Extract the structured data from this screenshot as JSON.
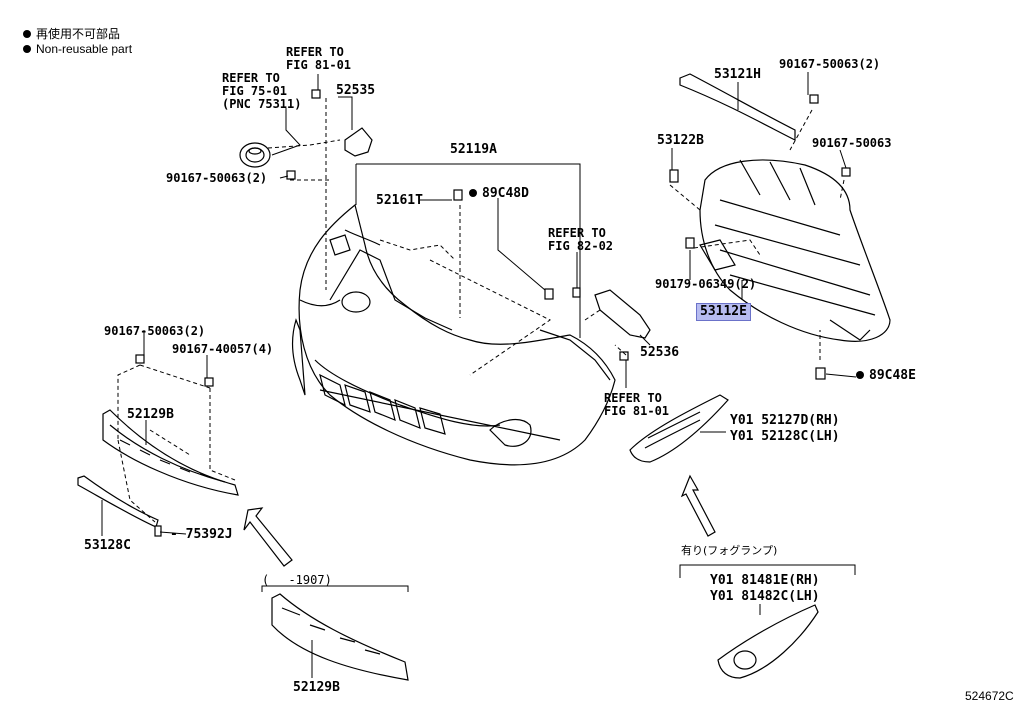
{
  "legend": {
    "line1": "再使用不可部品",
    "line2": "Non-reusable part"
  },
  "figure_number": "524672C",
  "labels": {
    "refer_81_01_top": [
      "REFER TO",
      "FIG 81-01"
    ],
    "refer_75_01": [
      "REFER TO",
      "FIG 75-01",
      "(PNC 75311)"
    ],
    "p52535": "52535",
    "p90167_50063_left": "90167-50063(2)",
    "p52119A": "52119A",
    "p52161T": "52161T",
    "p89C48D": "89C48D",
    "refer_82_02": [
      "REFER TO",
      "FIG 82-02"
    ],
    "p52536": "52536",
    "refer_81_01_bottom": [
      "REFER TO",
      "FIG 81-01"
    ],
    "p53121H": "53121H",
    "p90167_50063_2_right": "90167-50063(2)",
    "p53122B": "53122B",
    "p90167_50063_right": "90167-50063",
    "p90179_06349": "90179-06349(2)",
    "p53112E": "53112E",
    "p89C48E": "89C48E",
    "p90167_50063_2_lower": "90167-50063(2)",
    "p90167_40057": "90167-40057(4)",
    "p52129B_upper": "52129B",
    "p53128C": "53128C",
    "p75392J": "75392J",
    "range_1907": "(　 -1907)",
    "p52129B_lower": "52129B",
    "cover_rh": "Y01 52127D(RH)",
    "cover_lh": "Y01 52128C(LH)",
    "fog_note": "有り(フォグランプ)",
    "fog_rh": "Y01 81481E(RH)",
    "fog_lh": "Y01 81482C(LH)"
  }
}
